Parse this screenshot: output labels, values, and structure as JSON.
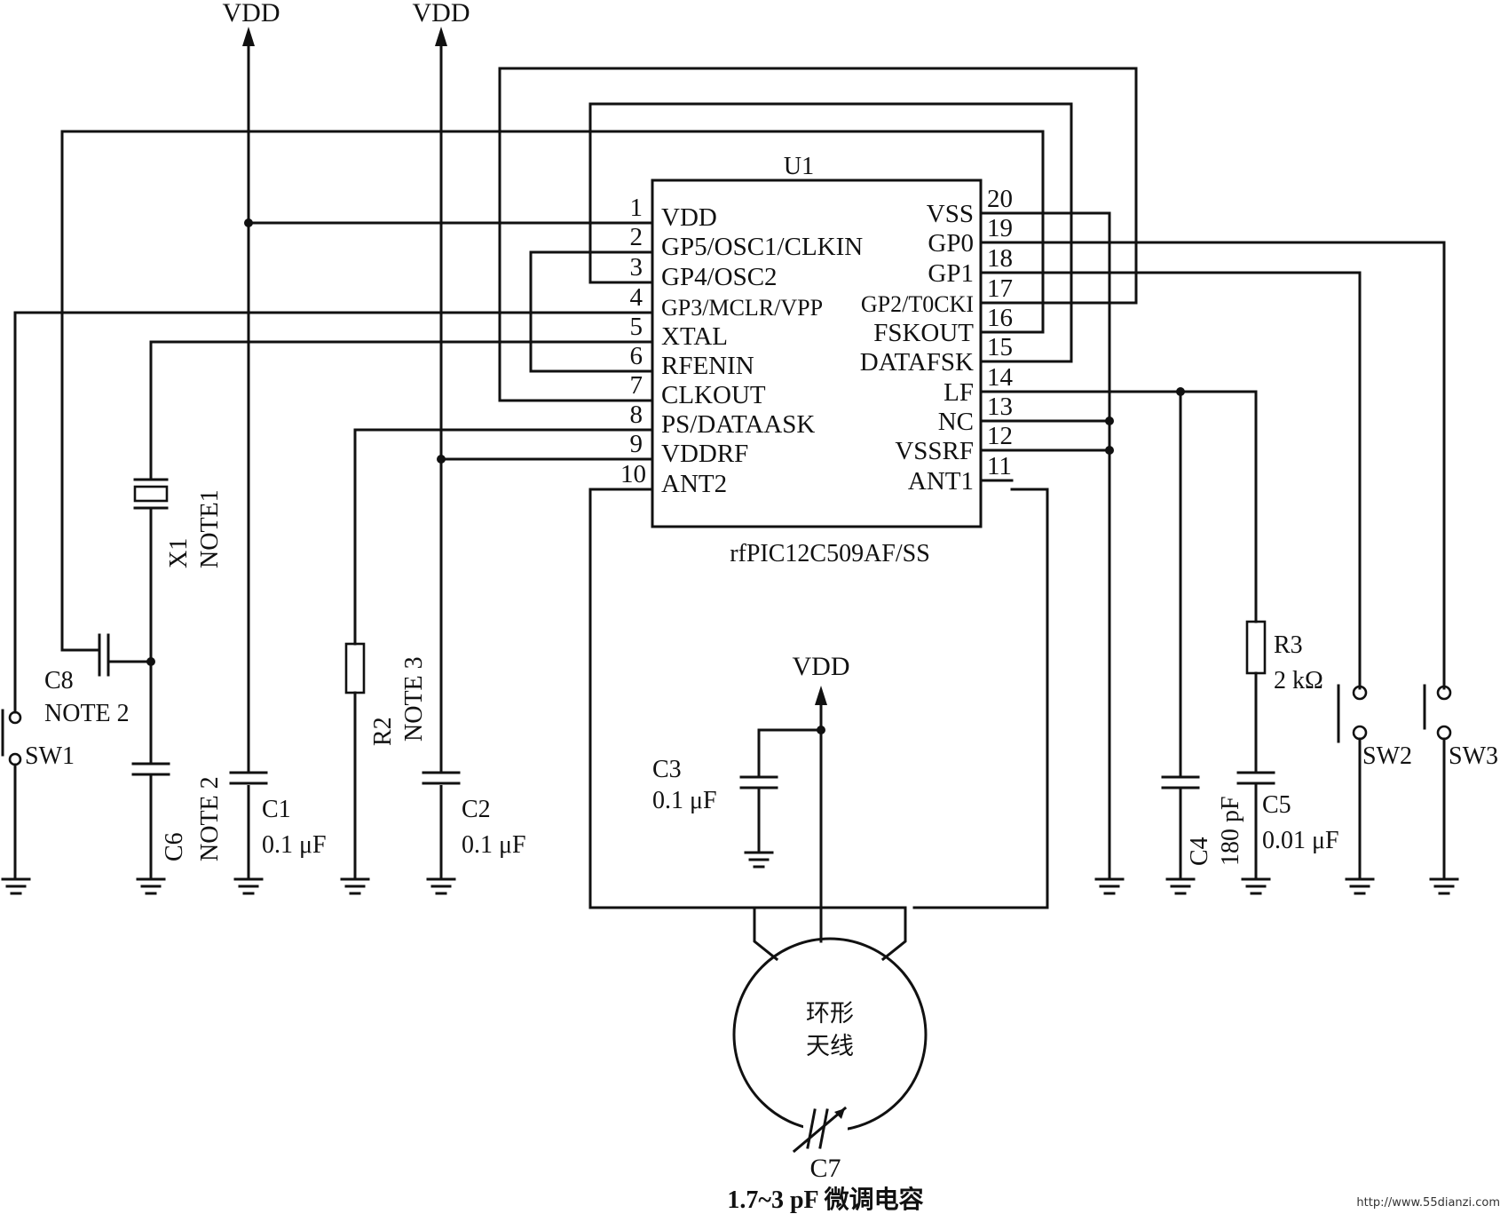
{
  "supply_label": "VDD",
  "chip": {
    "ref": "U1",
    "part": "rfPIC12C509AF/SS",
    "left_pins": [
      {
        "num": "1",
        "name": "VDD"
      },
      {
        "num": "2",
        "name": "GP5/OSC1/CLKIN"
      },
      {
        "num": "3",
        "name": "GP4/OSC2"
      },
      {
        "num": "4",
        "name": "GP3/MCLR/VPP"
      },
      {
        "num": "5",
        "name": "XTAL"
      },
      {
        "num": "6",
        "name": "RFENIN"
      },
      {
        "num": "7",
        "name": "CLKOUT"
      },
      {
        "num": "8",
        "name": "PS/DATAASK"
      },
      {
        "num": "9",
        "name": "VDDRF"
      },
      {
        "num": "10",
        "name": "ANT2"
      }
    ],
    "right_pins": [
      {
        "num": "20",
        "name": "VSS"
      },
      {
        "num": "19",
        "name": "GP0"
      },
      {
        "num": "18",
        "name": "GP1"
      },
      {
        "num": "17",
        "name": "GP2/T0CKI"
      },
      {
        "num": "16",
        "name": "FSKOUT"
      },
      {
        "num": "15",
        "name": "DATAFSK"
      },
      {
        "num": "14",
        "name": "LF"
      },
      {
        "num": "13",
        "name": "NC"
      },
      {
        "num": "12",
        "name": "VSSRF"
      },
      {
        "num": "11",
        "name": "ANT1"
      }
    ]
  },
  "components": {
    "x1": {
      "ref": "X1",
      "note": "NOTE1"
    },
    "c8": {
      "ref": "C8",
      "note": "NOTE 2"
    },
    "c6": {
      "ref": "C6",
      "note": "NOTE 2"
    },
    "c1": {
      "ref": "C1",
      "value": "0.1 μF"
    },
    "r2": {
      "ref": "R2",
      "note": "NOTE 3"
    },
    "c2": {
      "ref": "C2",
      "value": "0.1 μF"
    },
    "c3": {
      "ref": "C3",
      "value": "0.1 μF"
    },
    "c4": {
      "ref": "C4",
      "value": "180 pF"
    },
    "c5": {
      "ref": "C5",
      "value": "0.01 μF"
    },
    "r3": {
      "ref": "R3",
      "value": "2 kΩ"
    },
    "sw1": {
      "ref": "SW1"
    },
    "sw2": {
      "ref": "SW2"
    },
    "sw3": {
      "ref": "SW3"
    },
    "c7": {
      "ref": "C7",
      "value": "1.7~3 pF 微调电容"
    }
  },
  "antenna": {
    "line1": "环形",
    "line2": "天线"
  },
  "watermark": "http://www.55dianzi.com"
}
